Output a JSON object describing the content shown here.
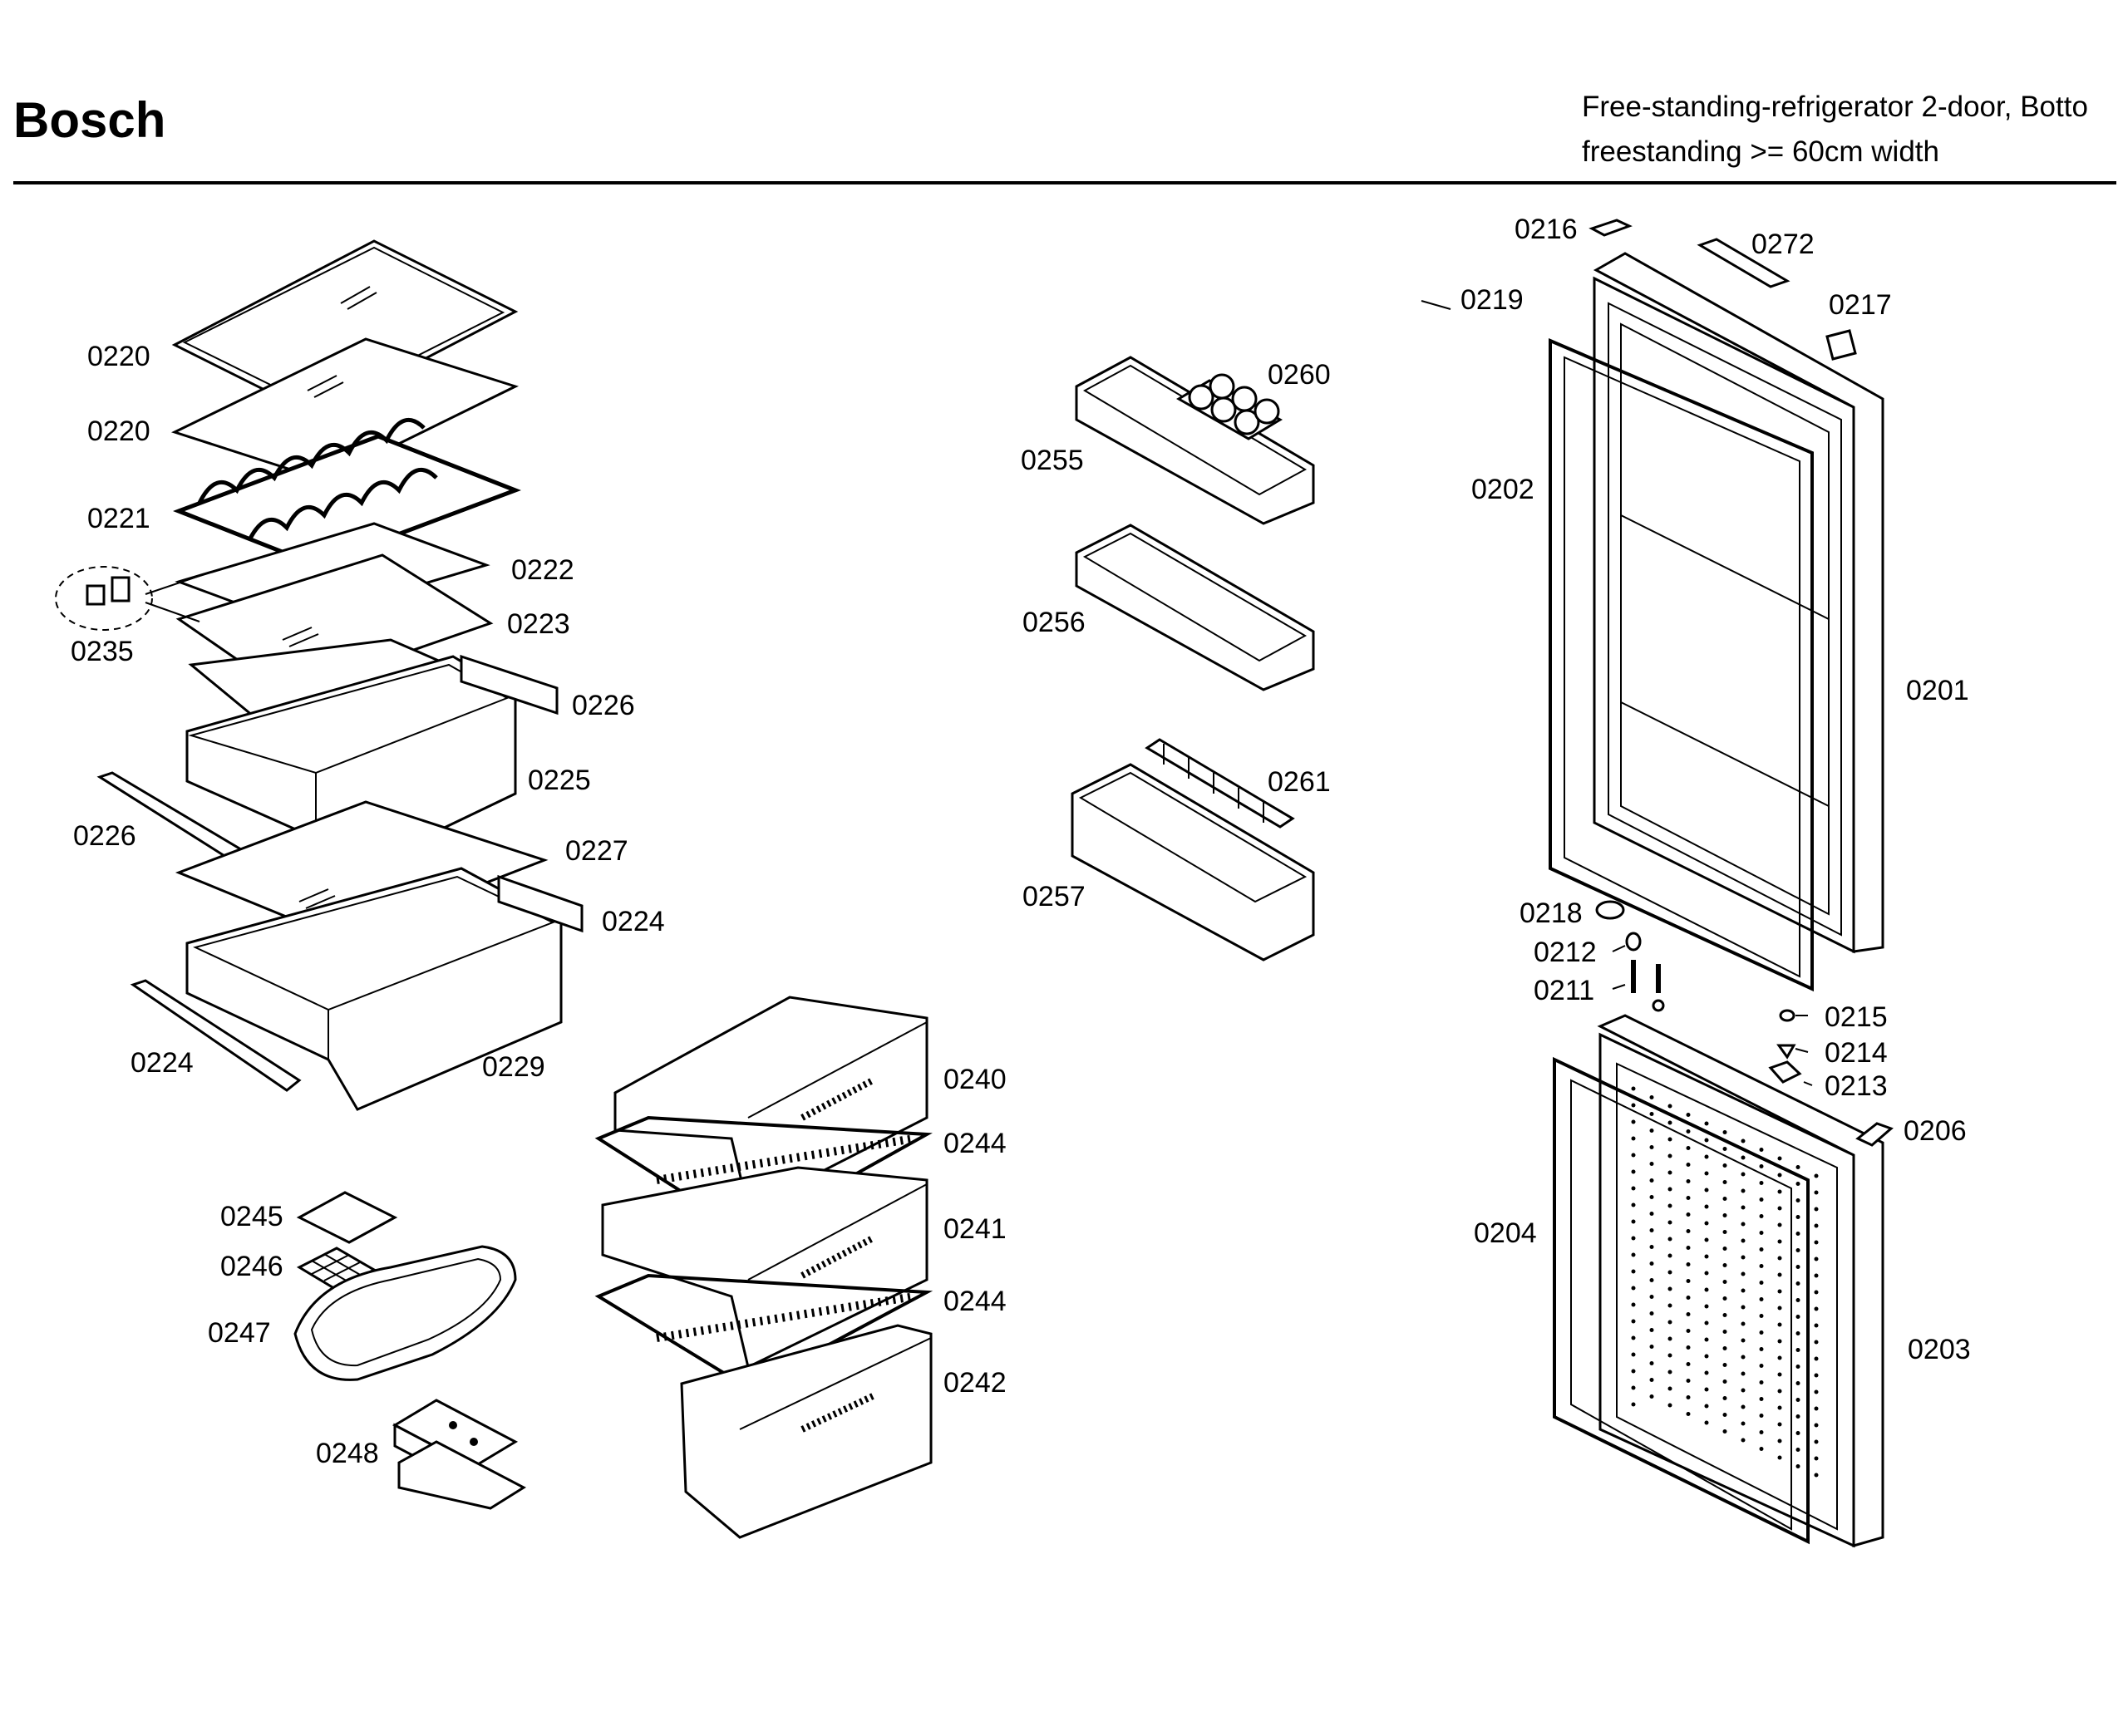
{
  "header": {
    "brand": "Bosch",
    "line1": "Free-standing-refrigerator 2-door, Botto",
    "line2": "freestanding >= 60cm width"
  },
  "labels": {
    "p0220a": "0220",
    "p0220b": "0220",
    "p0221": "0221",
    "p0222": "0222",
    "p0223": "0223",
    "p0235": "0235",
    "p0226a": "0226",
    "p0226b": "0226",
    "p0225": "0225",
    "p0227": "0227",
    "p0224a": "0224",
    "p0224b": "0224",
    "p0229": "0229",
    "p0255": "0255",
    "p0260": "0260",
    "p0256": "0256",
    "p0261": "0261",
    "p0257": "0257",
    "p0240": "0240",
    "p0244a": "0244",
    "p0241": "0241",
    "p0244b": "0244",
    "p0242": "0242",
    "p0245": "0245",
    "p0246": "0246",
    "p0247": "0247",
    "p0248": "0248",
    "p0216": "0216",
    "p0272": "0272",
    "p0219": "0219",
    "p0217": "0217",
    "p0202": "0202",
    "p0201": "0201",
    "p0218": "0218",
    "p0212": "0212",
    "p0211": "0211",
    "p0215": "0215",
    "p0214": "0214",
    "p0213": "0213",
    "p0206": "0206",
    "p0204": "0204",
    "p0203": "0203"
  }
}
